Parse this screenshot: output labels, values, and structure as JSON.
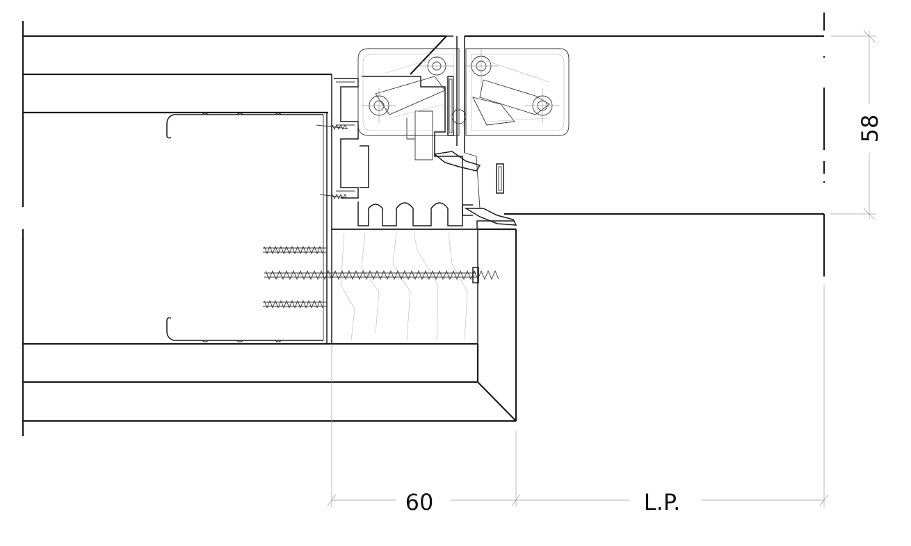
{
  "dimensions": {
    "height_label": "58",
    "frame_width_label": "60",
    "clear_passage_label": "L.P."
  }
}
